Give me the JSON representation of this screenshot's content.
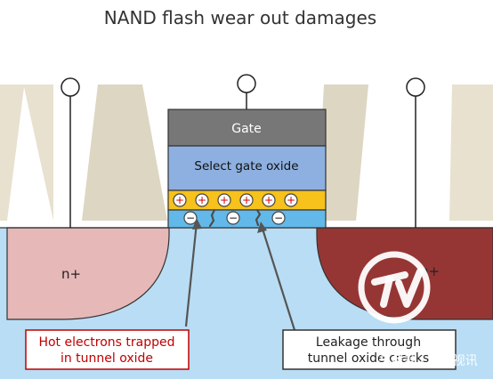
{
  "title": "NAND flash wear out damages",
  "gate": {
    "label": "Gate"
  },
  "oxide": {
    "label": "Select gate oxide"
  },
  "regions": {
    "left": "n+",
    "right": "n+"
  },
  "charges": {
    "positive_symbol": "+",
    "negative_symbol": "−"
  },
  "callouts": {
    "left_line1": "Hot electrons trapped",
    "left_line2": "in tunnel oxide",
    "right_line1": "Leakage through",
    "right_line2": "tunnel oxide cracks"
  },
  "watermark": {
    "logo_text": "TV",
    "source": "头条号 / 科技视讯"
  },
  "colors": {
    "gate": "#777777",
    "oxide": "#8db0e0",
    "tunnel_layer": "#f6c21b",
    "channel_layer": "#62b9e9",
    "substrate": "#b9ddf4",
    "left_region": "#e6b8b8",
    "right_region": "#963634",
    "red_outline": "#c00000"
  },
  "icons": {
    "positive_charge": "plus-circle",
    "negative_charge": "minus-circle",
    "terminal": "circle-terminal"
  }
}
